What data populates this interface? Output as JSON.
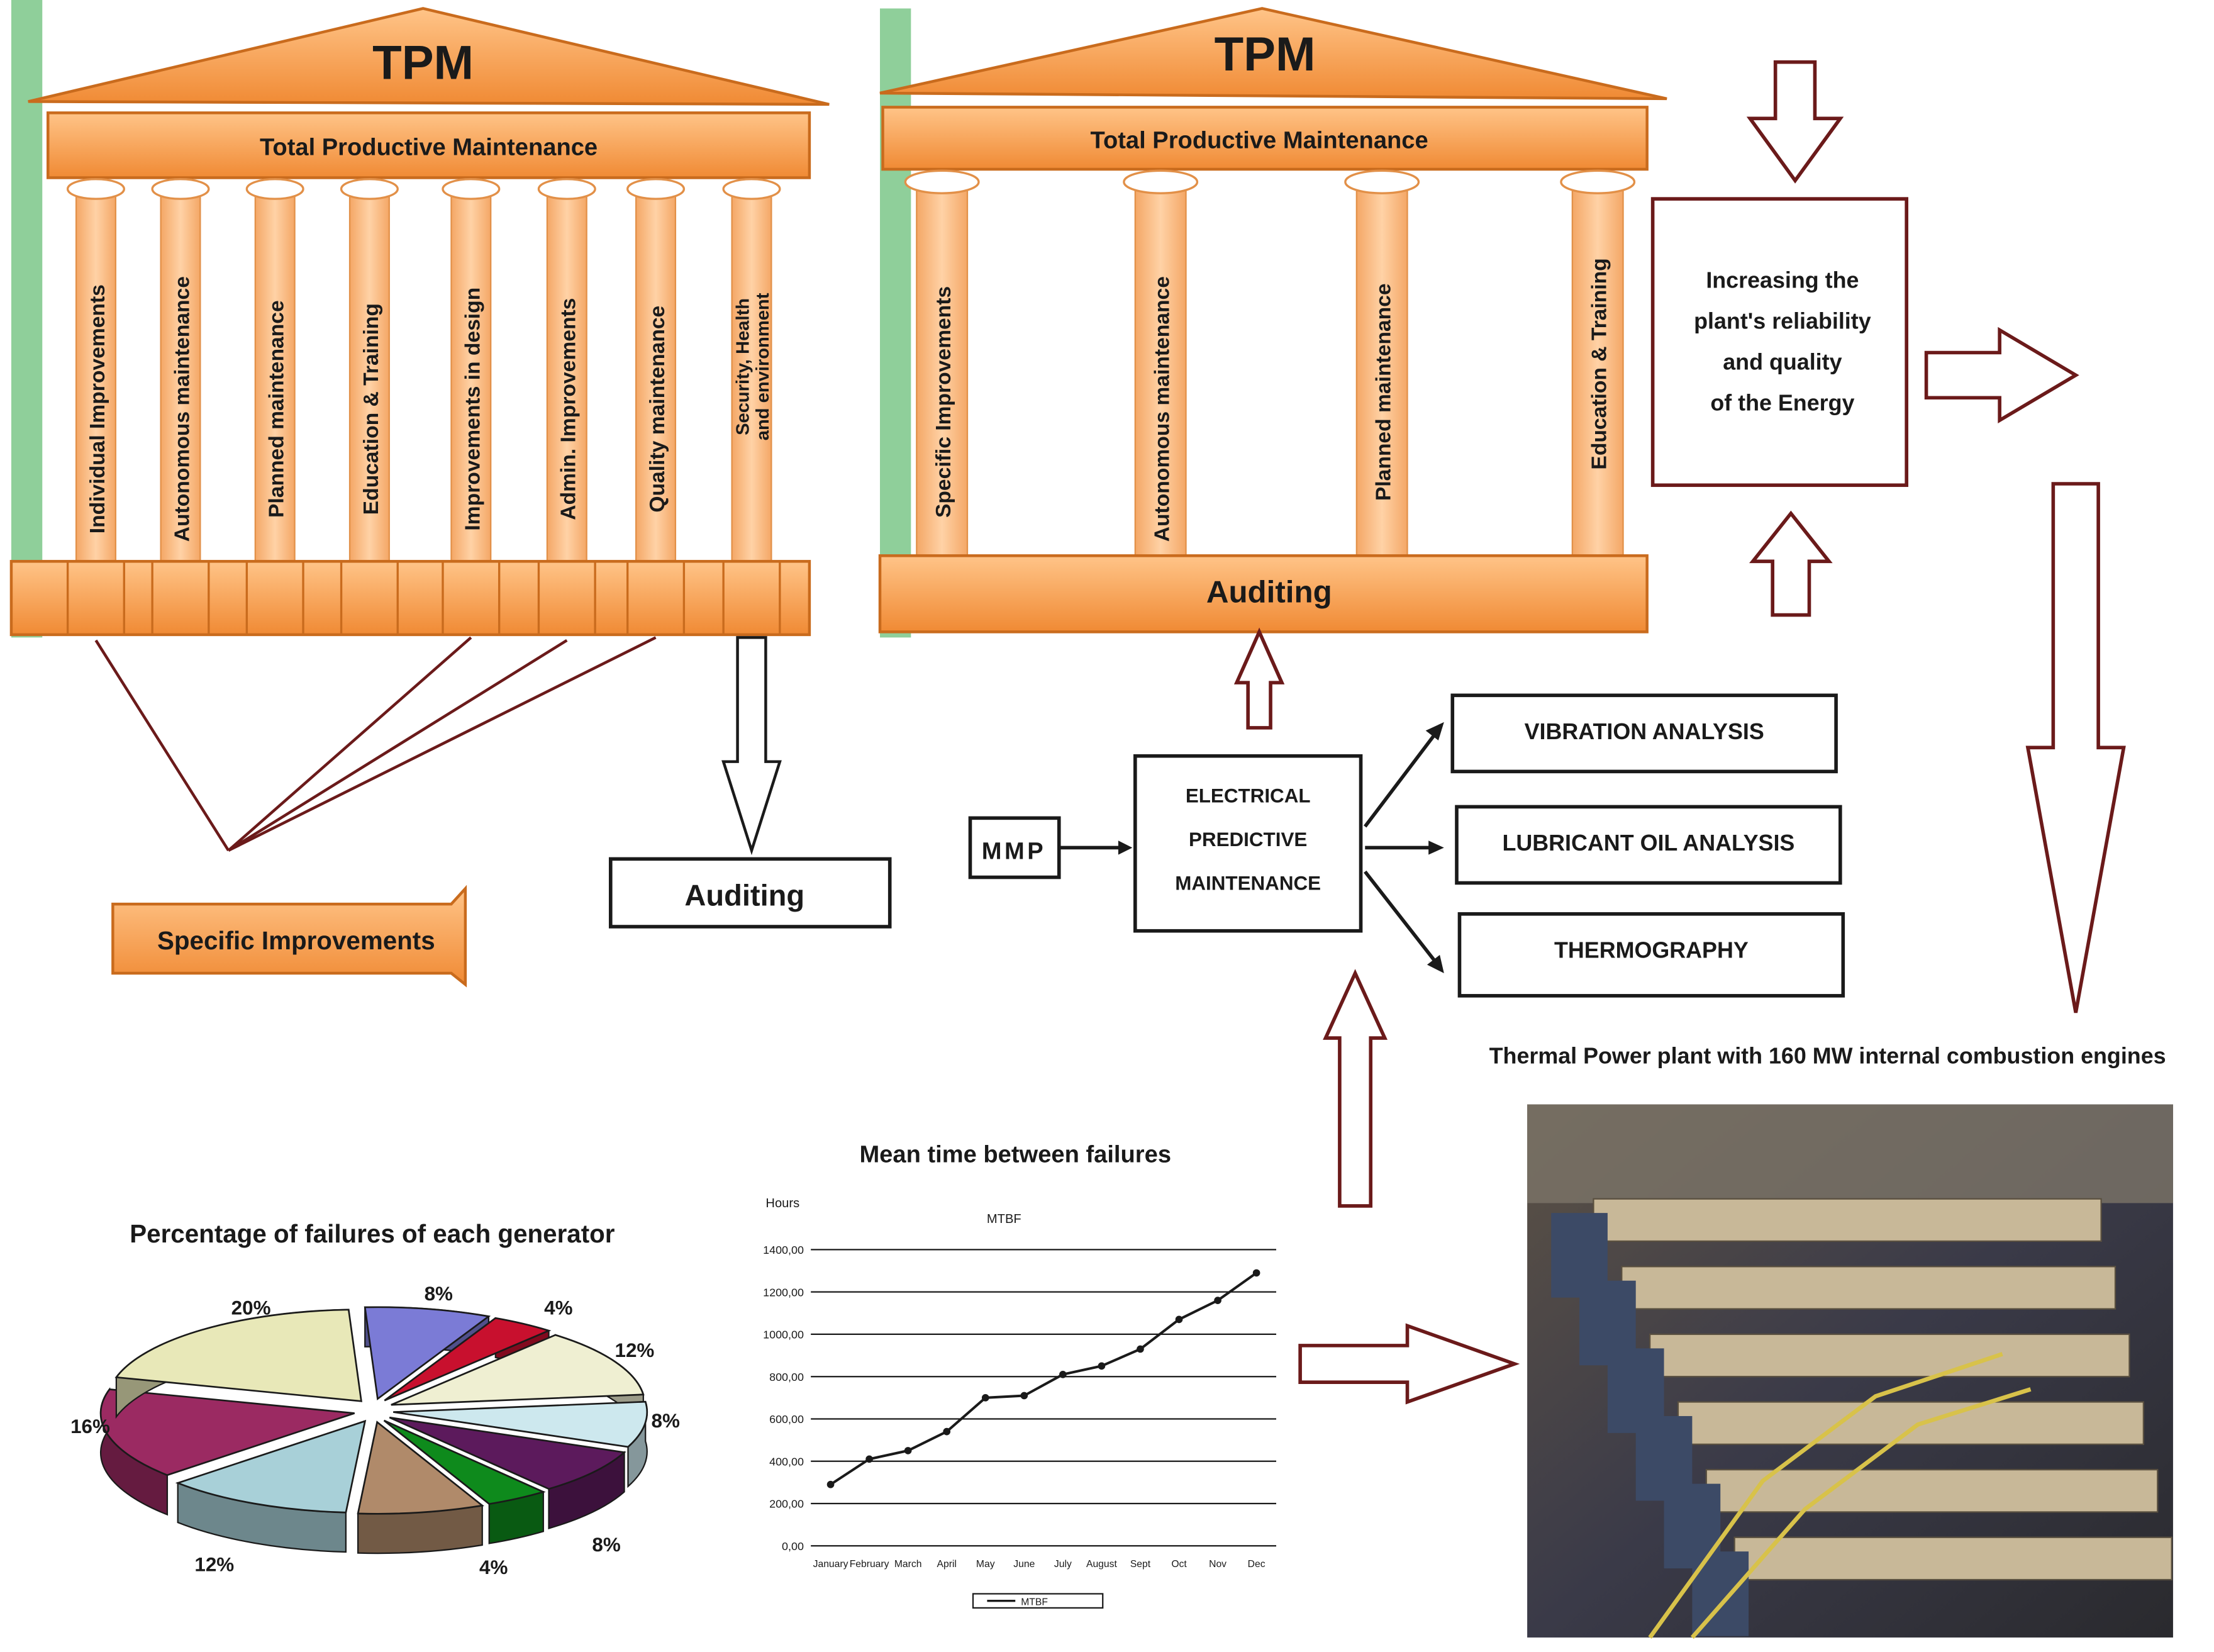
{
  "temple_left": {
    "title": "TPM",
    "subtitle": "Total Productive Maintenance",
    "pillars": [
      "Individual Improvements",
      "Autonomous maintenance",
      "Planned maintenance",
      "Education & Training",
      "Improvements in design",
      "Admin. Improvements",
      "Quality maintenance",
      "Security, Health",
      "and environment"
    ]
  },
  "temple_right": {
    "title": "TPM",
    "subtitle": "Total Productive Maintenance",
    "pillars": [
      "Specific Improvements",
      "Autonomous maintenance",
      "Planned maintenance",
      "Education & Training"
    ],
    "base_label": "Auditing"
  },
  "specific_improvements_label": "Specific Improvements",
  "auditing_box_label": "Auditing",
  "reliability_box": {
    "lines": [
      "Increasing the",
      "plant's reliability",
      "and quality",
      "of the Energy"
    ]
  },
  "mmp_label": "MMP",
  "predictive_box": {
    "lines": [
      "ELECTRICAL",
      "PREDICTIVE",
      "MAINTENANCE"
    ]
  },
  "techniques": [
    "VIBRATION ANALYSIS",
    "LUBRICANT OIL ANALYSIS",
    "THERMOGRAPHY"
  ],
  "plant_caption": "Thermal Power plant with 160 MW internal combustion engines",
  "pie_chart": {
    "title": "Percentage of failures of each generator",
    "label_texts": [
      "8%",
      "4%",
      "12%",
      "8%",
      "8%",
      "4%",
      "12%",
      "16%",
      "20%"
    ]
  },
  "chart_data": [
    {
      "type": "pie",
      "title": "Percentage of failures of each generator",
      "values": [
        8,
        4,
        12,
        8,
        8,
        4,
        8,
        12,
        16,
        20
      ],
      "labels": [
        "8%",
        "4%",
        "12%",
        "8%",
        "8%",
        "4%",
        "",
        "12%",
        "16%",
        "20%"
      ],
      "colors": [
        "#7b7bd6",
        "#c8102e",
        "#efefd2",
        "#cde8ee",
        "#5c1a5c",
        "#0e8a1c",
        "#b08a6a",
        "#a8d0d8",
        "#9b2a62",
        "#e8e8b8"
      ]
    },
    {
      "type": "line",
      "title": "Mean time between failures",
      "inner_title": "MTBF",
      "ylabel": "Hours",
      "ylim": [
        0,
        1400
      ],
      "yticks": [
        "0,00",
        "200,00",
        "400,00",
        "600,00",
        "800,00",
        "1000,00",
        "1200,00",
        "1400,00"
      ],
      "categories": [
        "January",
        "February",
        "March",
        "April",
        "May",
        "June",
        "July",
        "August",
        "Sept",
        "Oct",
        "Nov",
        "Dec"
      ],
      "series": [
        {
          "name": "MTBF",
          "values": [
            290,
            410,
            450,
            540,
            700,
            710,
            810,
            850,
            930,
            1070,
            1160,
            1290
          ]
        }
      ],
      "grid": true,
      "legend": "bottom"
    }
  ],
  "colors": {
    "orange": "#f7a35c",
    "orange_dark": "#e07b22",
    "green": "#8fcf9a",
    "arrow_stroke": "#6b1a1a"
  }
}
